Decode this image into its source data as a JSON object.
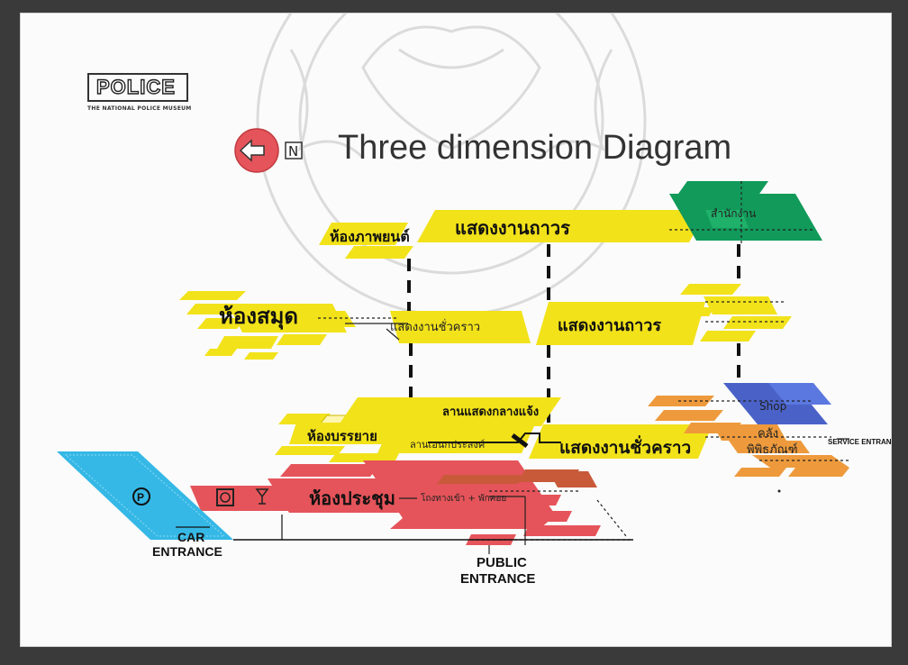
{
  "logo": {
    "text": "POLICE",
    "subtitle": "THE NATIONAL POLICE MUSEUM"
  },
  "title": "Three dimension Diagram",
  "north_label": "N",
  "labels": {
    "top_theater": "ห้องภาพยนต์",
    "top_permanent": "แสดงงานถาวร",
    "office": "สำนักงาน",
    "library": "ห้องสมุด",
    "mid_temporary": "แสดงงานชั่วคราว",
    "mid_permanent": "แสดงงานถาวร",
    "outdoor_exhibit": "ลานแสดงกลางแจ้ง",
    "lecture_room": "ห้องบรรยาย",
    "multipurpose": "ลานเอนกประสงค์",
    "ground_temporary": "แสดงงานชั่วคราว",
    "shop": "Shop",
    "storage": "คลัง",
    "storage2": "พิพิธภัณฑ์",
    "service_entrance": "SERVICE ENTRANCE",
    "meeting_room": "ห้องประชุม",
    "lobby": "โถงทางเข้า + พักคอย",
    "parking": "P",
    "car_entrance_1": "CAR",
    "car_entrance_2": "ENTRANCE",
    "public_entrance_1": "PUBLIC",
    "public_entrance_2": "ENTRANCE"
  },
  "colors": {
    "yellow": "#f2e21a",
    "green": "#119a5a",
    "orange": "#ee9a3c",
    "blue": "#4a62c8",
    "red": "#e5545a",
    "cyan": "#35b8e6",
    "dark_red": "#c85a3a"
  }
}
